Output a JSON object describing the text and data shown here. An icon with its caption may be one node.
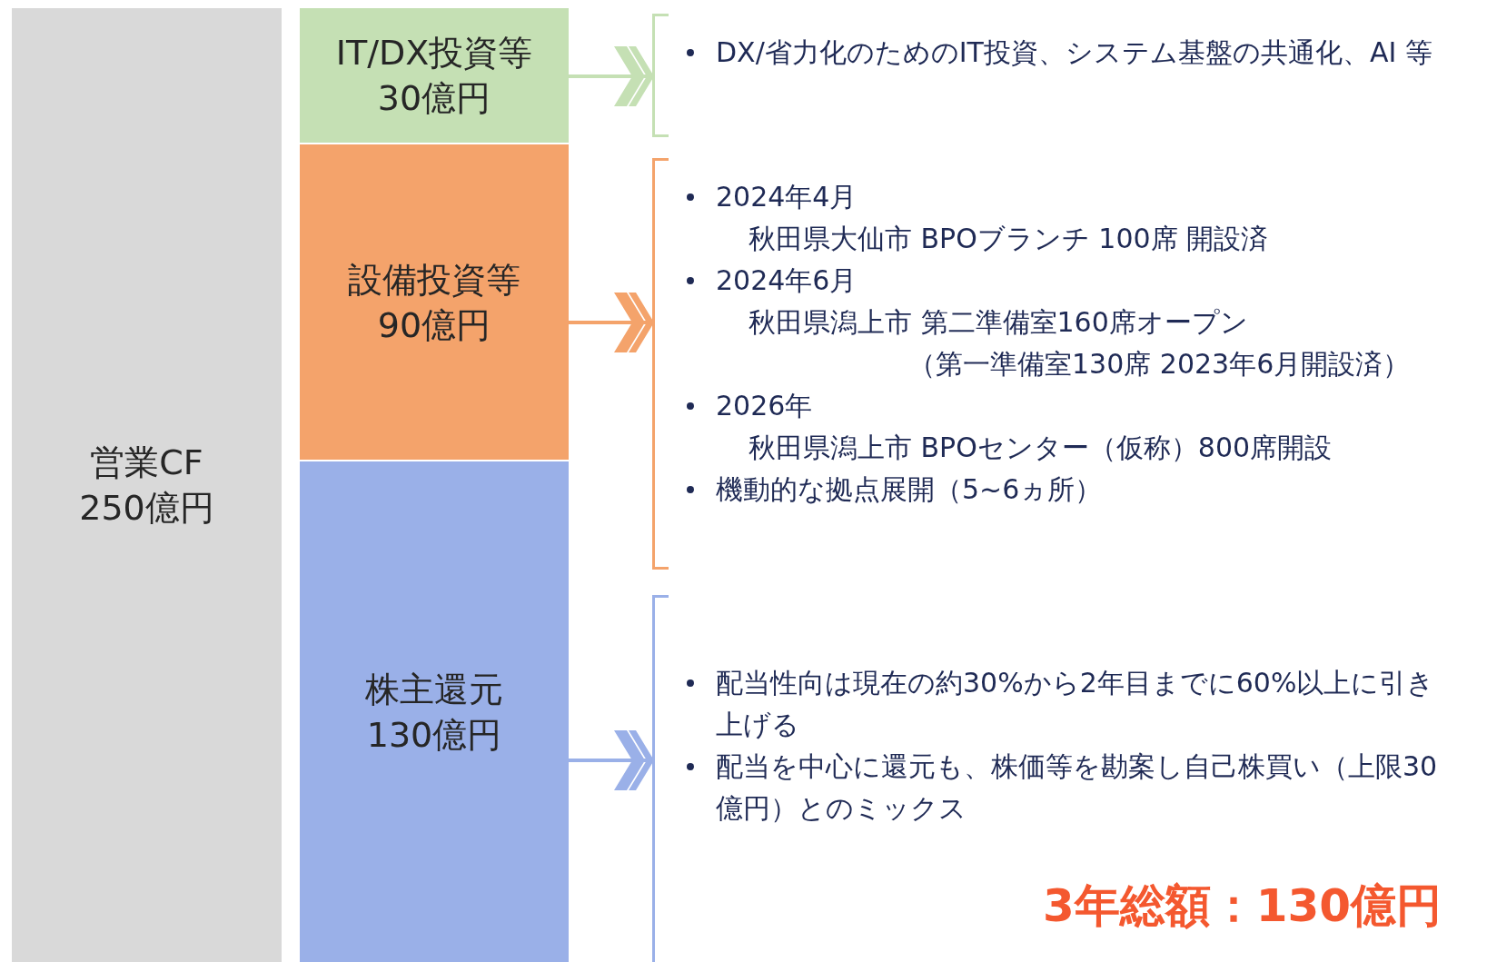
{
  "diagram": {
    "nodes": [
      {
        "text": [
          "営業CF 250億円"
        ]
      },
      {
        "text": [
          "IT/DX投資等 30億円"
        ]
      },
      {
        "text": [
          "設備投資等 90億円"
        ]
      },
      {
        "text": [
          "株主還元 130億円"
        ]
      },
      {
        "text": [
          "DX/省力化のためのIT投資、システム基盤の共通化、AI 等"
        ]
      },
      {
        "text": [
          "2024年4月",
          "秋田県大仙市 BPOブランチ 100席 開設済",
          "2024年6月",
          "秋田県潟上市 第二準備室160席オープン",
          "（第一準備室130席 2023年6月開設済）",
          "2026年",
          "秋田県潟上市 BPOセンター（仮称）800席開設",
          "機動的な拠点展開（5~6ヵ所）"
        ]
      },
      {
        "text": [
          "配当性向は現在の約30%から2年目までに60%以上に引き上げる",
          "配当を中心に還元も、株価等を勘案し自己株買い（上限30億円）とのミックス"
        ]
      }
    ],
    "edges": [
      {
        "from": 1,
        "to": 4,
        "arrow": "to",
        "color": "#c5e0b4"
      },
      {
        "from": 2,
        "to": 5,
        "arrow": "to",
        "color": "#f4a36b"
      },
      {
        "from": 3,
        "to": 6,
        "arrow": "to",
        "color": "#9ab0e8"
      }
    ],
    "labels": [
      "3年総額：130億円"
    ]
  }
}
